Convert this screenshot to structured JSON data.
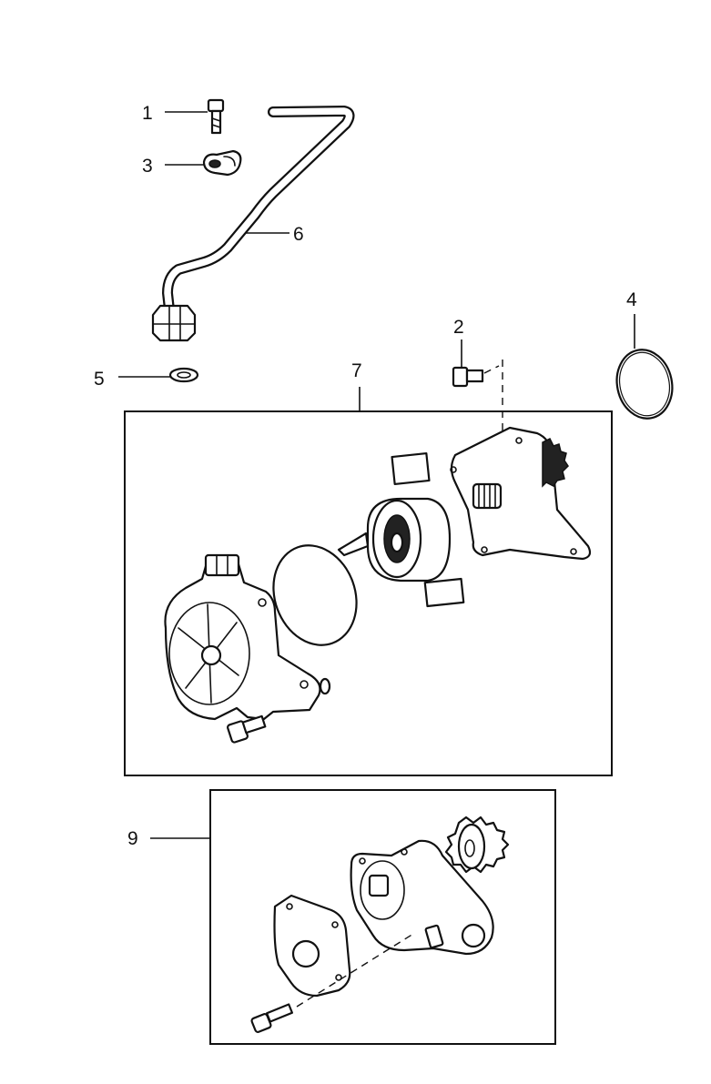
{
  "callouts": {
    "c1": "1",
    "c2": "2",
    "c3": "3",
    "c4": "4",
    "c5": "5",
    "c6": "6",
    "c7": "7",
    "c9": "9"
  },
  "colors": {
    "line": "#111111",
    "background": "#ffffff"
  }
}
